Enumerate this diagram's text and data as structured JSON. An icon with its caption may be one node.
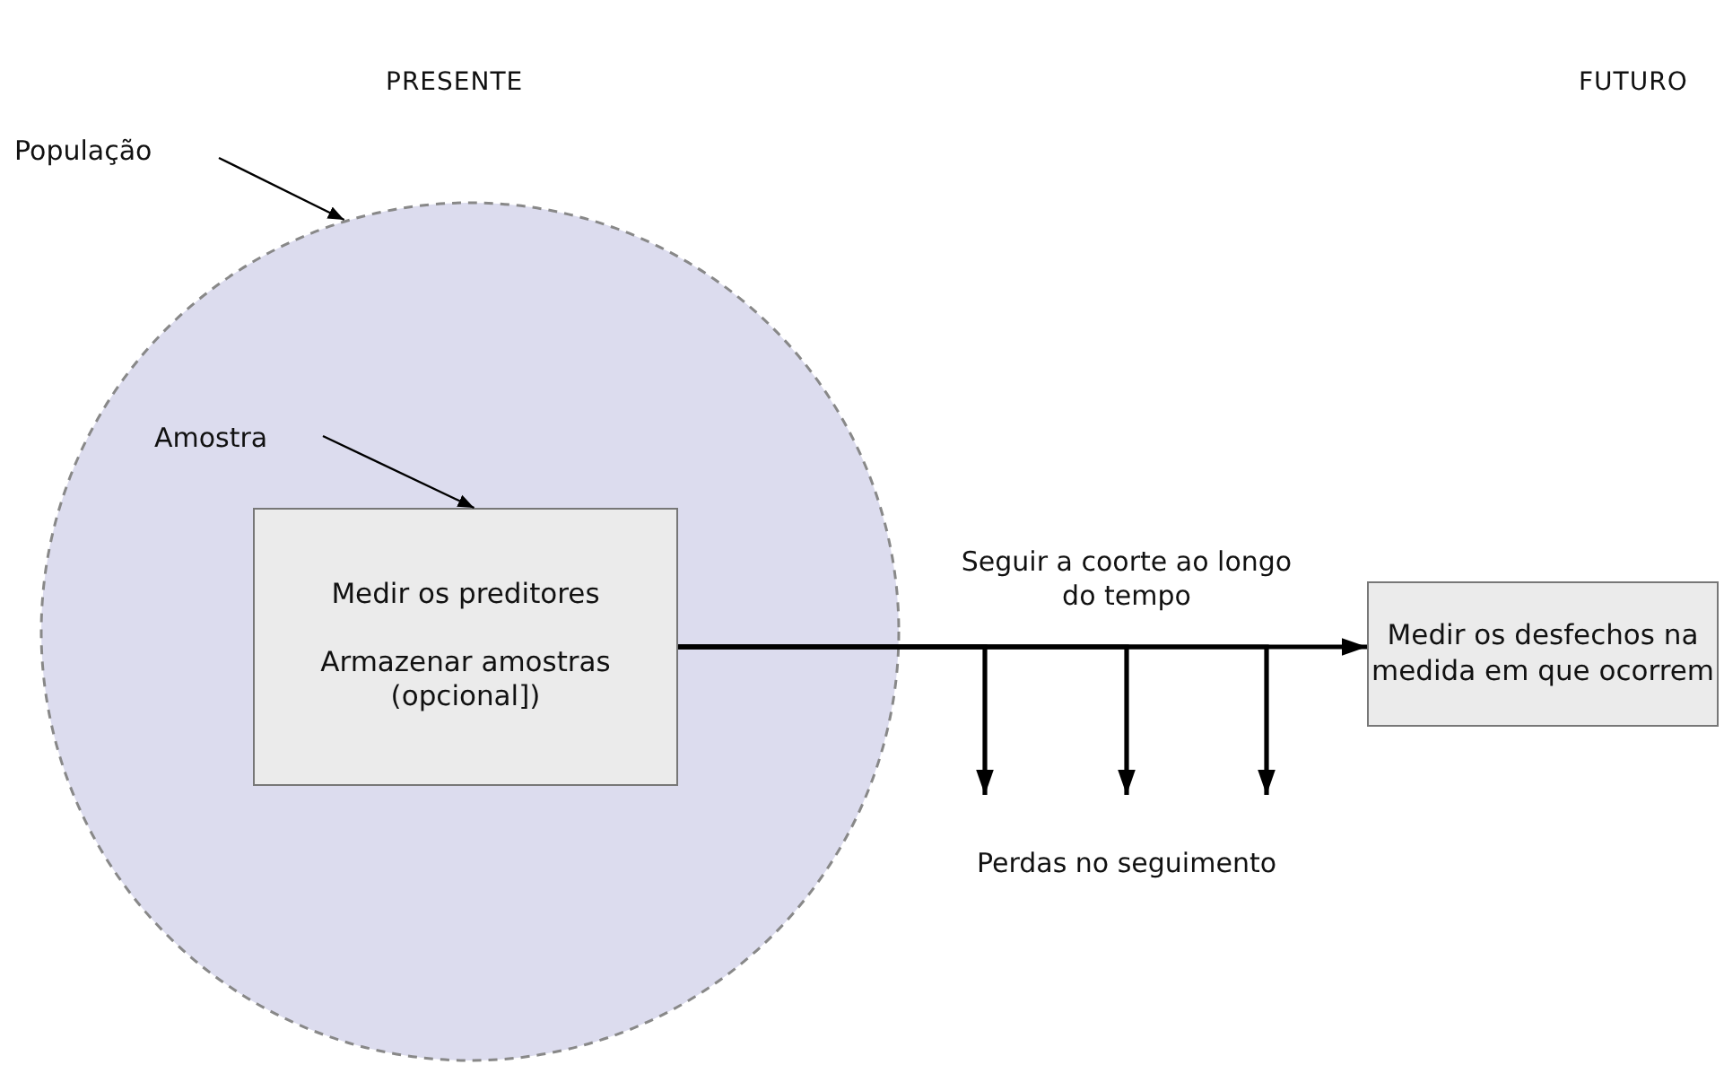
{
  "diagram": {
    "nodes": [
      {
        "text": [
          "População"
        ]
      },
      {
        "text": [],
        "shape": "circle"
      },
      {
        "text": [
          "Amostra"
        ],
        "in": 1
      },
      {
        "text": [
          "Medir os preditores",
          "Armazenar amostras (opcional])"
        ],
        "in": 1
      },
      {
        "text": [
          "Medir os desfechos na medida em que ocorrem"
        ]
      },
      {
        "text": [
          "Perdas no seguimento"
        ]
      }
    ],
    "edges": [
      {
        "from": 0,
        "to": 1,
        "arrow": "to"
      },
      {
        "from": 2,
        "to": 3,
        "arrow": "to"
      },
      {
        "from": 3,
        "to": 4,
        "arrow": "to",
        "label": "Seguir a coorte ao longo do tempo"
      },
      {
        "from": 3,
        "to": 5,
        "arrow": "to"
      },
      {
        "from": 3,
        "to": 5,
        "arrow": "to"
      },
      {
        "from": 3,
        "to": 5,
        "arrow": "to"
      }
    ],
    "labels": [
      "PRESENTE",
      "FUTURO"
    ]
  }
}
